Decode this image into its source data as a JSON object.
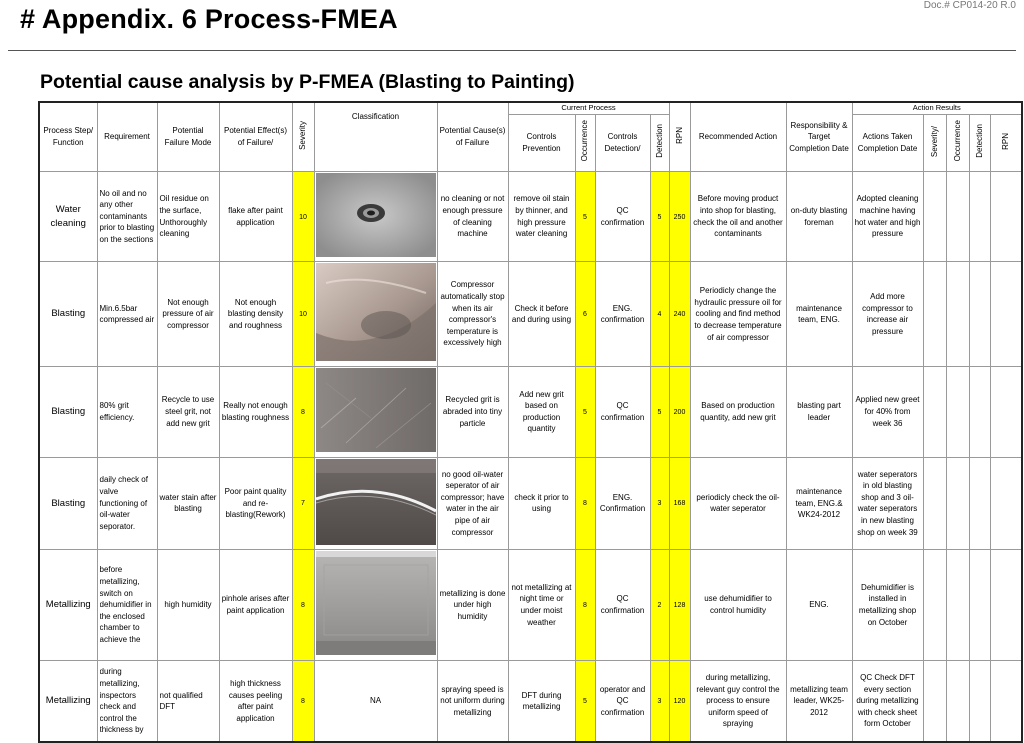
{
  "doc_no": "Doc.# CP014-20 R.0",
  "title": "# Appendix. 6  Process-FMEA",
  "subtitle": "Potential cause analysis by P-FMEA (Blasting to Painting)",
  "headers": {
    "process": "Process Step/ Function",
    "requirement": "Requirement",
    "failure_mode": "Potential Failure Mode",
    "effect": "Potential Effect(s) of Failure/",
    "severity": "Severity",
    "classification": "Classification",
    "cause": "Potential Cause(s) of Failure",
    "current_process": "Current Process",
    "controls_prevention": "Controls Prevention",
    "occurrence": "Occurrence",
    "controls_detection": "Controls Detection/",
    "detection": "Detection",
    "rpn": "RPN",
    "recommended": "Recommended Action",
    "responsibility": "Responsibility & Target Completion Date",
    "action_results": "Action Results",
    "actions_taken": "Actions Taken Completion Date",
    "res_severity": "Severity/",
    "res_occurrence": "Occurrence",
    "res_detection": "Detection",
    "res_rpn": "RPN"
  },
  "rows": [
    {
      "process": "Water cleaning",
      "requirement": "No oil and no any other contaminants prior to blasting on the sections",
      "failure_mode": "Oil residue on the surface, Unthoroughly cleaning",
      "effect": "flake after paint application",
      "severity": "10",
      "classification": "",
      "cause": "no cleaning or not enough pressure of cleaning machine",
      "prevention": "remove oil stain by thinner, and high pressure water cleaning",
      "occurrence": "5",
      "detection_control": "QC confirmation",
      "detection": "5",
      "rpn": "250",
      "recommended": "Before moving product into shop for blasting, check the oil and another contaminants",
      "responsibility": "on-duty blasting foreman",
      "actions_taken": "Adopted cleaning machine having hot water and high pressure"
    },
    {
      "process": "Blasting",
      "requirement": "Min.6.5bar compressed air",
      "failure_mode": "Not enough pressure of air compressor",
      "effect": "Not enough blasting density and roughness",
      "severity": "10",
      "classification": "",
      "cause": "Compressor automatically stop when its air compressor's temperature is excessively high",
      "prevention": "Check it before and during using",
      "occurrence": "6",
      "detection_control": "ENG. confirmation",
      "detection": "4",
      "rpn": "240",
      "recommended": "Periodicly change the hydraulic pressure oil for cooling and find method to decrease temperature of air compressor",
      "responsibility": "maintenance team, ENG.",
      "actions_taken": "Add more compressor to increase air pressure"
    },
    {
      "process": "Blasting",
      "requirement": "80% grit efficiency.",
      "failure_mode": "Recycle to use steel grit, not add new grit",
      "effect": "Really not enough blasting roughness",
      "severity": "8",
      "classification": "",
      "cause": "Recycled grit is abraded into tiny particle",
      "prevention": "Add new grit based on production quantity",
      "occurrence": "5",
      "detection_control": "QC confirmation",
      "detection": "5",
      "rpn": "200",
      "recommended": "Based on production quantity, add new grit",
      "responsibility": "blasting part leader",
      "actions_taken": "Applied new greet for 40% from week 36"
    },
    {
      "process": "Blasting",
      "requirement": "daily check of valve functioning of oil-water seporator.",
      "failure_mode": "water stain after blasting",
      "effect": "Poor paint quality and re-blasting(Rework)",
      "severity": "7",
      "classification": "",
      "cause": "no good oil-water seperator of air compressor; have water in the air pipe of air compressor",
      "prevention": "check it prior to using",
      "occurrence": "8",
      "detection_control": "ENG. Confirmation",
      "detection": "3",
      "rpn": "168",
      "recommended": "periodicly check the oil-water seperator",
      "responsibility": "maintenance team, ENG.& WK24-2012",
      "actions_taken": "water seperators in old blasting shop and 3 oil-water seperators in new blasting shop on week 39"
    },
    {
      "process": "Metallizing",
      "requirement": "before metallizing, switch on dehumidifier in the enclosed chamber to achieve the",
      "failure_mode": "high humidity",
      "effect": "pinhole arises after paint application",
      "severity": "8",
      "classification": "",
      "cause": "metallizing is done under high humidity",
      "prevention": "not metallizing at night time or under moist weather",
      "occurrence": "8",
      "detection_control": "QC confirmation",
      "detection": "2",
      "rpn": "128",
      "recommended": "use dehumidifier to control humidity",
      "responsibility": "ENG.",
      "actions_taken": "Dehumidifier is installed in metallizing shop on October"
    },
    {
      "process": "Metallizing",
      "requirement": "during metallizing, inspectors check and control the thickness by",
      "failure_mode": "not qualified DFT",
      "effect": "high thickness causes peeling after paint application",
      "severity": "8",
      "classification": "NA",
      "cause": "spraying speed is not uniform during metallizing",
      "prevention": "DFT during metallizing",
      "occurrence": "5",
      "detection_control": "operator and QC confirmation",
      "detection": "3",
      "rpn": "120",
      "recommended": "during metallizing, relevant guy control the process to ensure uniform speed of spraying",
      "responsibility": "metallizing team leader, WK25-2012",
      "actions_taken": "QC Check DFT every section during metallizing with check sheet form October"
    }
  ]
}
